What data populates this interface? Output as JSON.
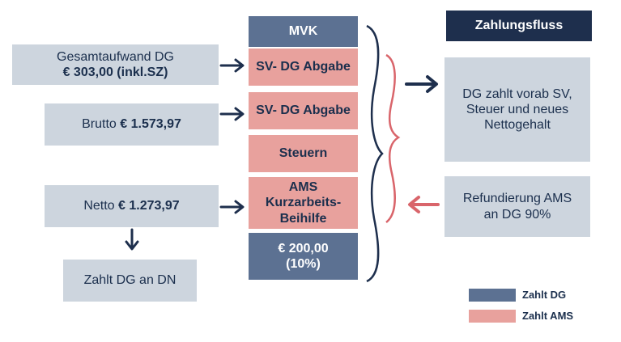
{
  "left": {
    "gesamtaufwand": {
      "label": "Gesamtaufwand DG",
      "value": "€ 303,00 (inkl.SZ)"
    },
    "brutto": {
      "label": "Brutto",
      "value": "€ 1.573,97"
    },
    "netto": {
      "label": "Netto",
      "value": "€ 1.273,97"
    },
    "zahlt": {
      "label": "Zahlt DG an DN"
    }
  },
  "middle": {
    "header": "MVK",
    "sv_dg_abgabe_1": "SV- DG Abgabe",
    "sv_dg_abgabe_2": "SV- DG Abgabe",
    "steuern": "Steuern",
    "ams": [
      "AMS",
      "Kurzarbeits-",
      "Beihilfe"
    ],
    "amount": [
      "€ 200,00",
      "(10%)"
    ]
  },
  "right": {
    "header": "Zahlungsfluss",
    "dg_zahlt": [
      "DG zahlt vorab SV,",
      "Steuer und neues",
      "Nettogehalt"
    ],
    "refund": [
      "Refundierung AMS",
      "an DG 90%"
    ]
  },
  "legend": {
    "items": [
      {
        "label": "Zahlt DG",
        "color": "#5c7192"
      },
      {
        "label": "Zahlt AMS",
        "color": "#e8a19d"
      }
    ]
  },
  "colors": {
    "navy": "#1e2f4d",
    "slate": "#5c7192",
    "pink": "#e8a19d",
    "grey": "#cdd5de",
    "red_arrow": "#d9656b"
  }
}
